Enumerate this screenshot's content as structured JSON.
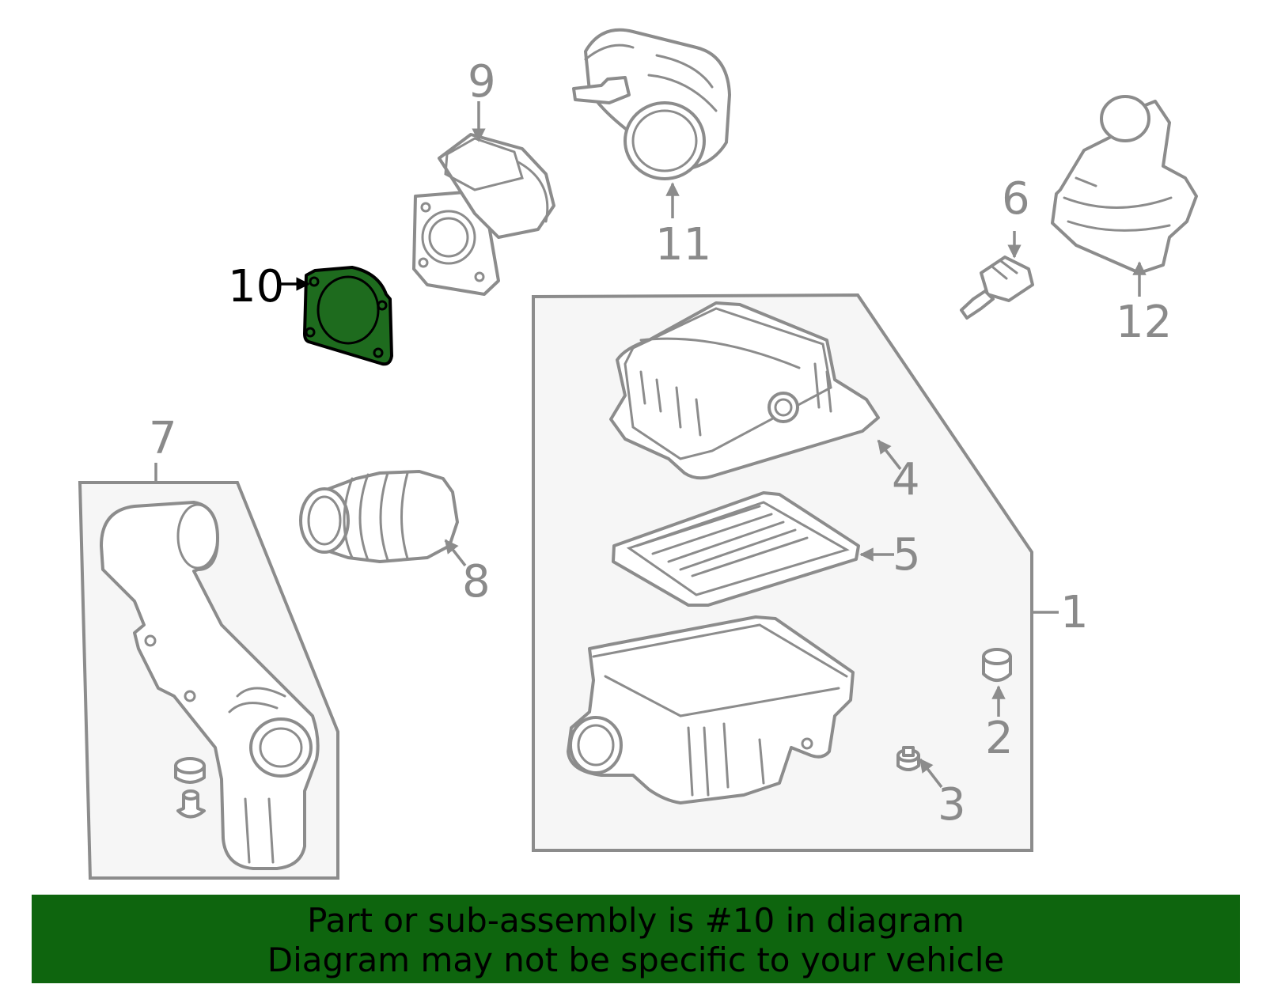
{
  "colors": {
    "highlight_fill": "#1e6b1e",
    "banner_bg": "#0e650e",
    "line_gray": "#8c8c8c",
    "box_fill": "#f6f6f6",
    "label_gray": "#8a8a8a",
    "label_highlight": "#000000"
  },
  "callouts": {
    "c1": "1",
    "c2": "2",
    "c3": "3",
    "c4": "4",
    "c5": "5",
    "c6": "6",
    "c7": "7",
    "c8": "8",
    "c9": "9",
    "c10": "10",
    "c11": "11",
    "c12": "12"
  },
  "highlighted_part": "10",
  "banner": {
    "line1": "Part or sub-assembly is #10 in diagram",
    "line2": "Diagram may not be specific to your vehicle"
  }
}
